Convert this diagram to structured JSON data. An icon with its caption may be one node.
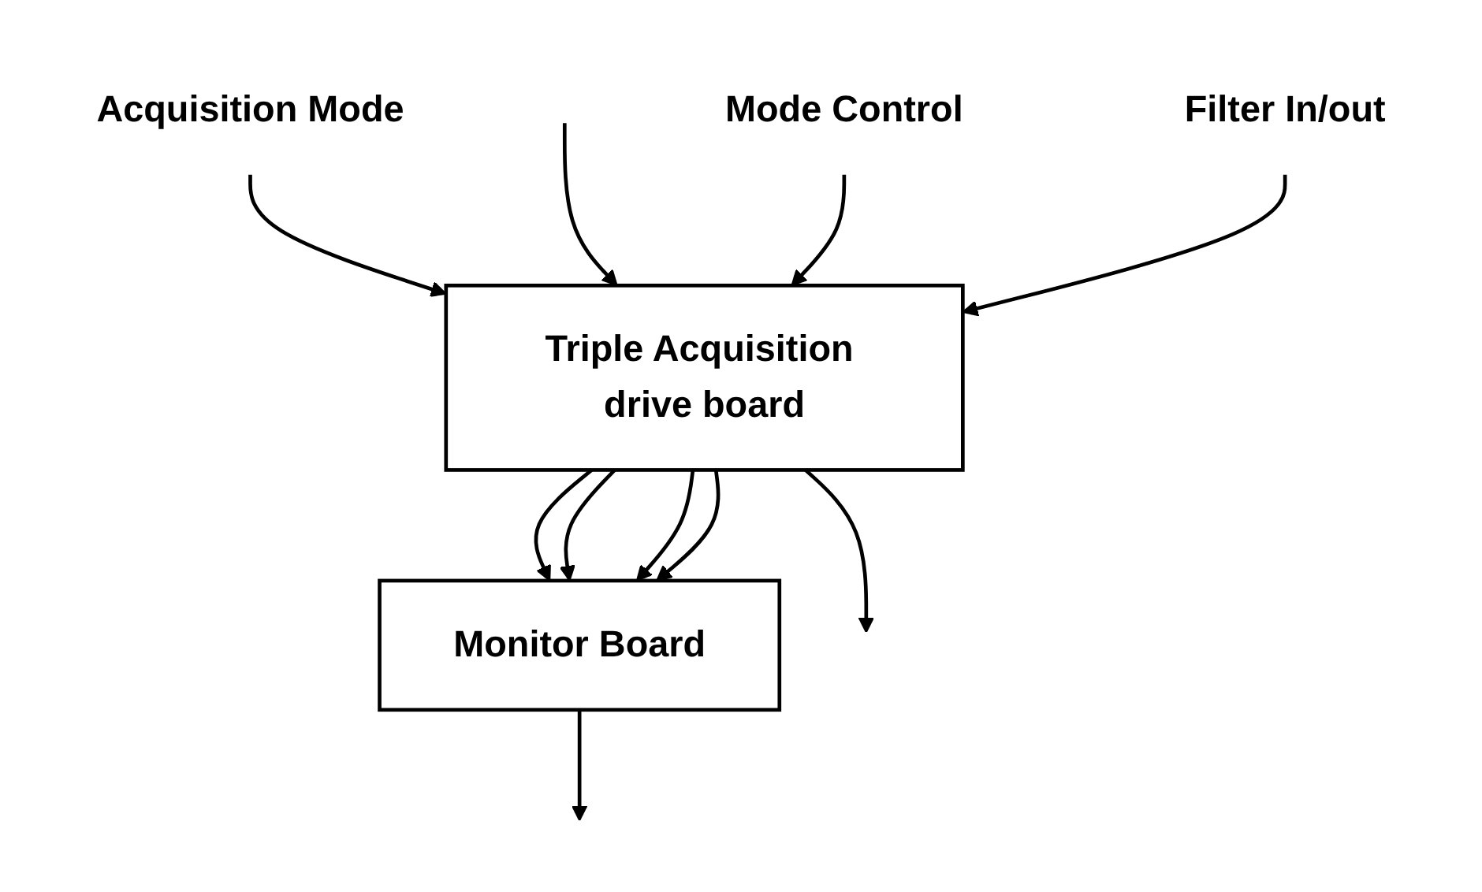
{
  "diagram": {
    "nodes": [
      {
        "text": [
          "Acquisition Mode"
        ]
      },
      {
        "text": [
          "Triple Acquisition drive board"
        ]
      },
      {
        "text": [
          "Monitor Board"
        ]
      },
      {
        "text": [
          "Mode Control"
        ]
      },
      {
        "text": [
          "Filter In/out"
        ]
      }
    ],
    "edges": [
      {
        "from": 0,
        "to": 1,
        "arrow": "to"
      },
      {
        "from": null,
        "to": 1,
        "arrow": "to"
      },
      {
        "from": 1,
        "to": null,
        "arrow": "to"
      },
      {
        "from": 3,
        "to": 1,
        "arrow": "to"
      },
      {
        "from": 4,
        "to": 1,
        "arrow": "to"
      },
      {
        "from": 1,
        "to": 2,
        "arrow": "to"
      },
      {
        "from": 1,
        "to": 2,
        "arrow": "to"
      },
      {
        "from": 1,
        "to": 2,
        "arrow": "to"
      },
      {
        "from": 1,
        "to": 2,
        "arrow": "to"
      },
      {
        "from": 2,
        "to": null,
        "arrow": "to"
      }
    ]
  }
}
